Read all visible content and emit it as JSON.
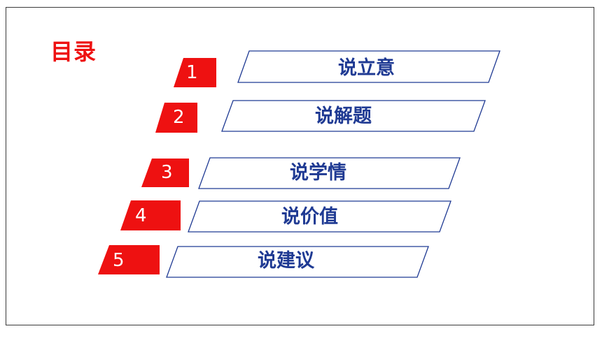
{
  "slide": {
    "title": "目录",
    "accent_color": "#ee1111",
    "label_color": "#1f3a93",
    "items": [
      {
        "number": "1",
        "label": "说立意"
      },
      {
        "number": "2",
        "label": "说解题"
      },
      {
        "number": "3",
        "label": "说学情"
      },
      {
        "number": "4",
        "label": "说价值"
      },
      {
        "number": "5",
        "label": "说建议"
      }
    ]
  }
}
